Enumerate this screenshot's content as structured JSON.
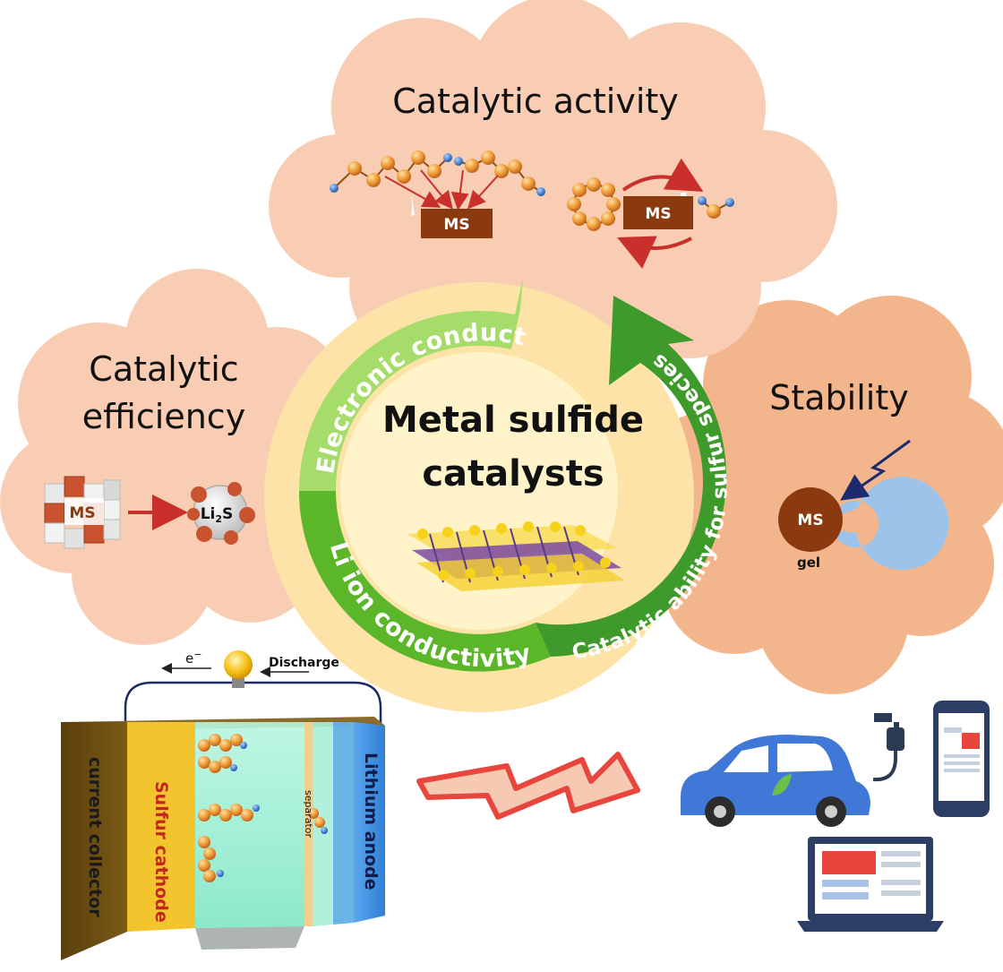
{
  "title": "Metal sulfide catalysts",
  "title_lines": [
    "Metal sulfide",
    "catalysts"
  ],
  "clouds": {
    "activity": {
      "label": "Catalytic activity"
    },
    "efficiency": {
      "label_lines": [
        "Catalytic",
        "efficiency"
      ]
    },
    "stability": {
      "label": "Stability"
    }
  },
  "ring_labels": {
    "electronic": "Electronic conductivity",
    "catalytic": "Catalytic ability for sulfur species",
    "li_ion": "Li ion conductivity"
  },
  "labels": {
    "ms": "MS",
    "li2s_base": "Li",
    "li2s_sub": "2",
    "li2s_end": "S",
    "gel": "gel",
    "electron_base": "e",
    "electron_sup": "−",
    "discharge": "Discharge",
    "current_collector": "current collector",
    "sulfur_cathode": "Sulfur cathode",
    "separator": "separator",
    "lithium_anode": "Lithium anode"
  },
  "colors": {
    "cloud_light": "#f8cdb3",
    "cloud_dark": "#f3b58c",
    "ring_light_green": "#a6dc6a",
    "ring_green": "#5cb62a",
    "ring_dark_green": "#3e9a2b",
    "ring_backdrop": "#fde3a7",
    "ms_brown": "#8b3a10",
    "sulfur_orange": "#f2a03b",
    "lithium_blue": "#2a6fcf",
    "bolt_red": "#e8463c",
    "car_blue": "#3f78d6"
  }
}
